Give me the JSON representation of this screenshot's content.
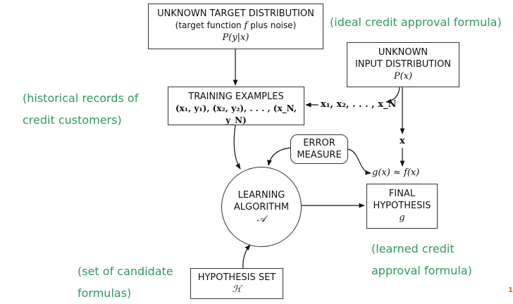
{
  "nodes": {
    "target_distribution": {
      "title": "UNKNOWN TARGET DISTRIBUTION",
      "subtitle_pre": "(target function ",
      "subtitle_var": "f",
      "subtitle_post": " plus noise)",
      "formula": "P(y|x)"
    },
    "input_distribution": {
      "line1": "UNKNOWN",
      "line2": "INPUT DISTRIBUTION",
      "formula": "P(x)"
    },
    "training_examples": {
      "title": "TRAINING EXAMPLES",
      "formula": "(x₁, y₁), (x₂, y₂), . . . , (x_N, y_N)"
    },
    "error_measure": {
      "line1": "ERROR",
      "line2": "MEASURE"
    },
    "learning_algorithm": {
      "line1": "LEARNING",
      "line2": "ALGORITHM",
      "symbol": "𝒜"
    },
    "final_hypothesis": {
      "line1": "FINAL",
      "line2": "HYPOTHESIS",
      "symbol": "g"
    },
    "hypothesis_set": {
      "title": "HYPOTHESIS SET",
      "symbol": "ℋ"
    }
  },
  "edge_labels": {
    "samples": "x₁, x₂, . . . , x_N",
    "x": "x",
    "approx": "g(x) ≈ f(x)"
  },
  "annotations": {
    "ideal_formula": "(ideal credit approval formula)",
    "historical_line1": "(historical records of",
    "historical_line2": "credit customers)",
    "learned_line1": "(learned credit",
    "learned_line2": "approval formula)",
    "candidates_line1": "(set of candidate",
    "candidates_line2": "formulas)"
  },
  "colors": {
    "annotation": "#2e9a5e",
    "page_number": "#c07020"
  },
  "page_number": "1"
}
